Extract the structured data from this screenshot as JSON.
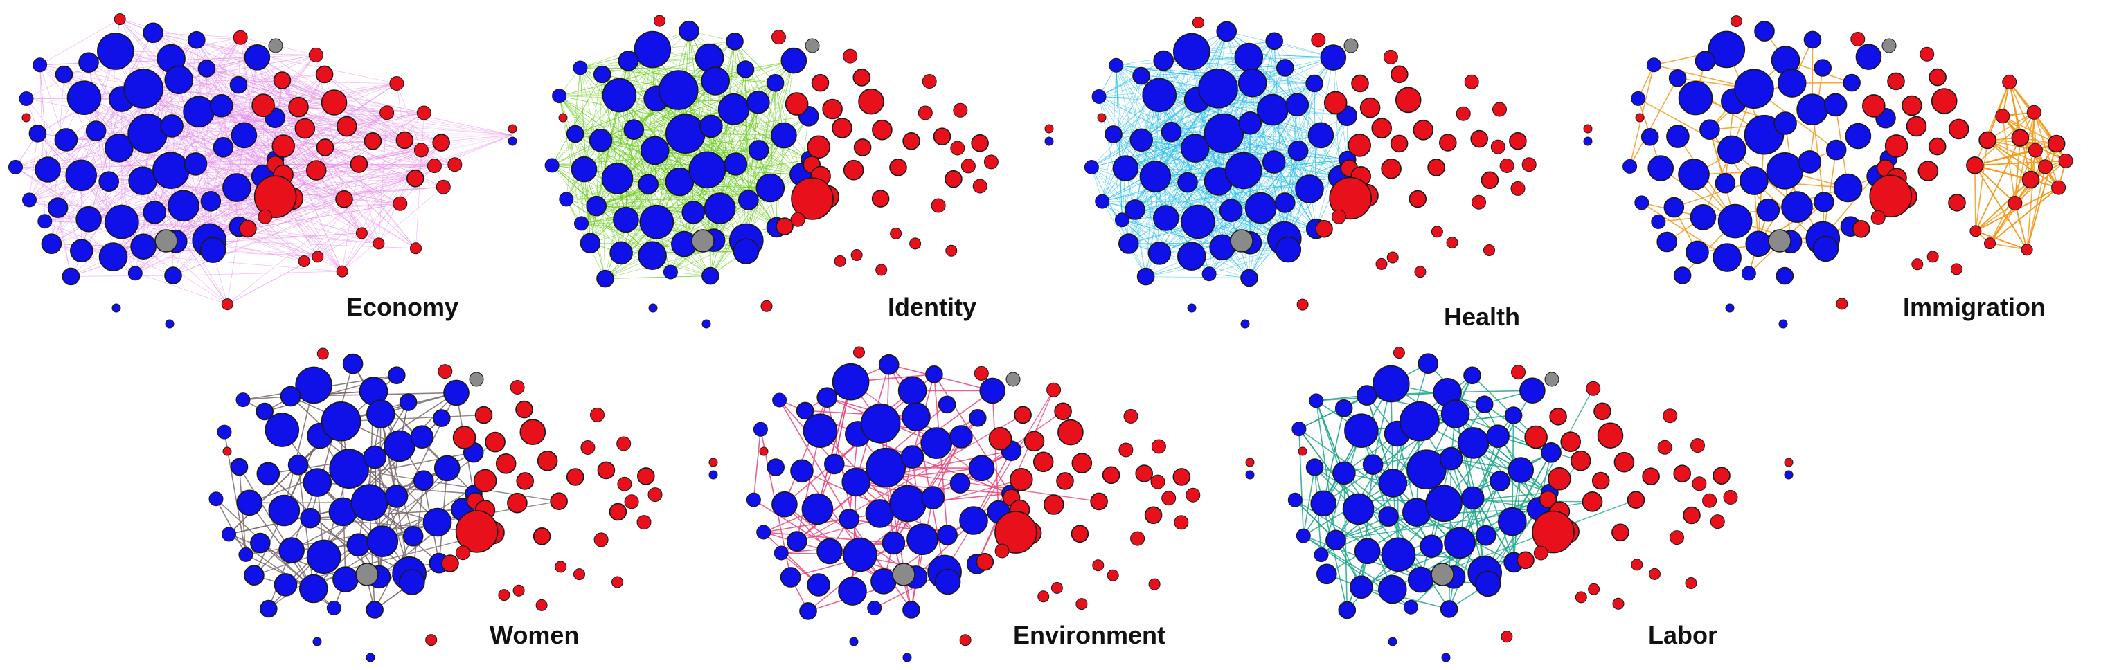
{
  "figure": {
    "node_colors": {
      "blue": "#1010e8",
      "red": "#e8101a",
      "gray": "#8a8a8a",
      "stroke": "#1a1a1a"
    },
    "panels": [
      {
        "id": "economy",
        "label": "Economy",
        "edge_color": "#e58ee8",
        "edge_scope": "all",
        "edge_density": "dense"
      },
      {
        "id": "identity",
        "label": "Identity",
        "edge_color": "#66cc1a",
        "edge_scope": "blue-cluster",
        "edge_density": "dense"
      },
      {
        "id": "health",
        "label": "Health",
        "edge_color": "#27bde8",
        "edge_scope": "blue-cluster",
        "edge_density": "dense"
      },
      {
        "id": "immigration",
        "label": "Immigration",
        "edge_color": "#f39a1c",
        "edge_scope": "split",
        "edge_density": "sparse"
      },
      {
        "id": "women",
        "label": "Women",
        "edge_color": "#7a6a6a",
        "edge_scope": "blue-cluster",
        "edge_density": "sparse"
      },
      {
        "id": "environment",
        "label": "Environment",
        "edge_color": "#e8457a",
        "edge_scope": "blue-cluster",
        "edge_density": "sparse"
      },
      {
        "id": "labor",
        "label": "Labor",
        "edge_color": "#1ea88a",
        "edge_scope": "blue-cluster",
        "edge_density": "medium"
      }
    ]
  }
}
